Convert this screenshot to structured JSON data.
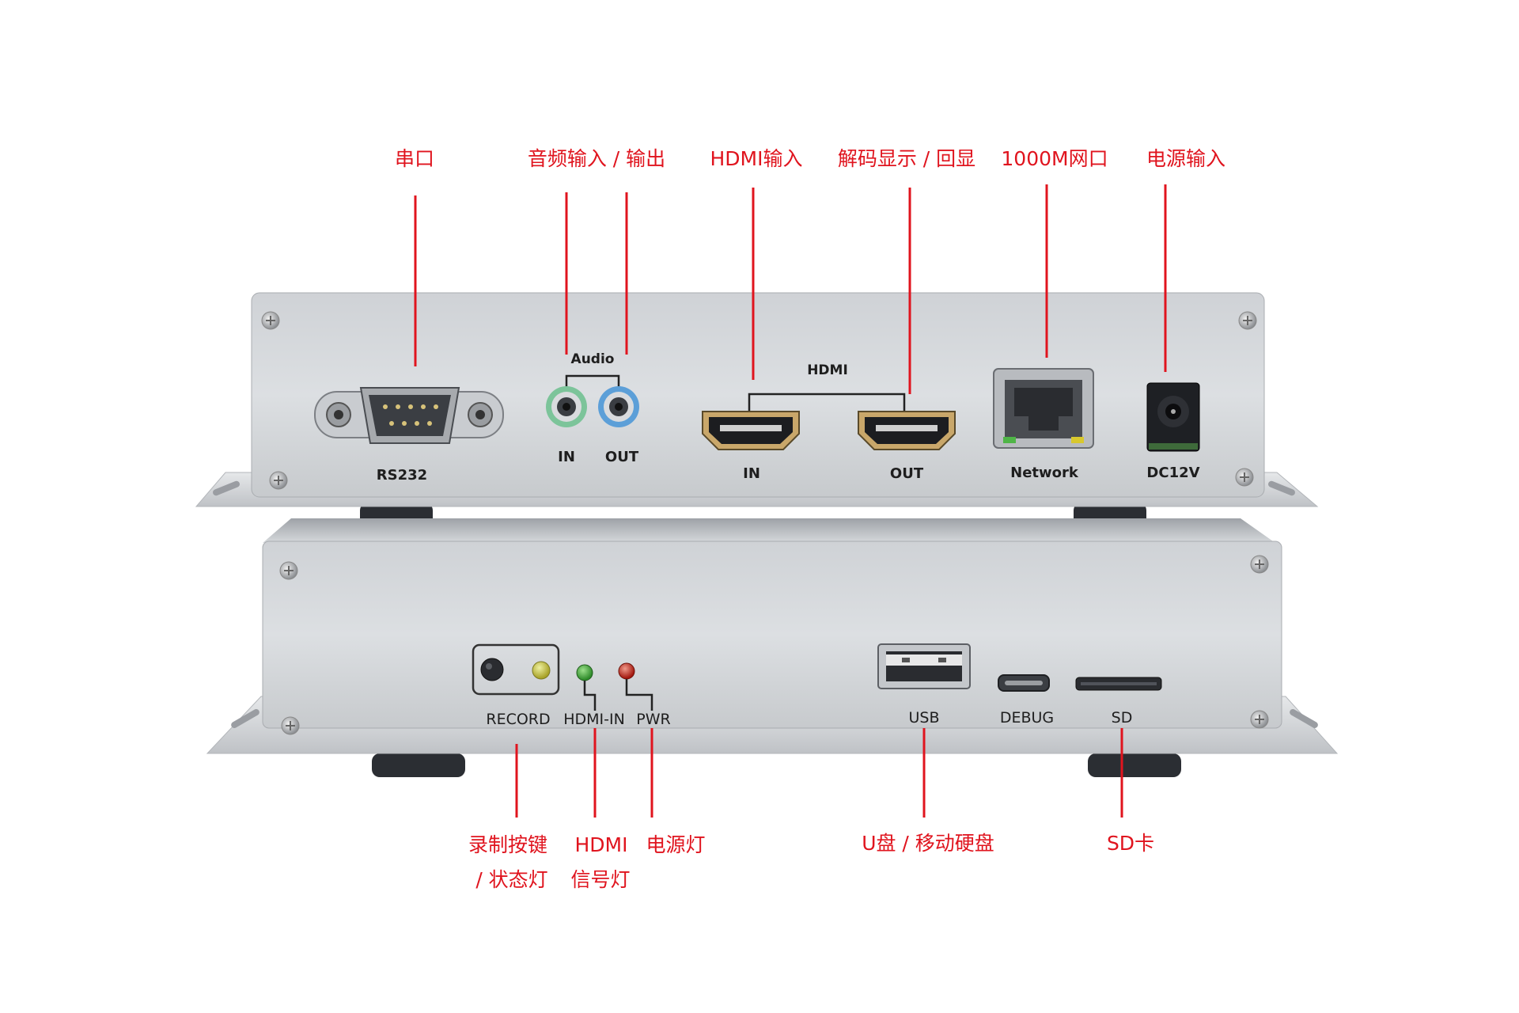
{
  "top_panel": {
    "labels": {
      "rs232": "RS232",
      "audio": "Audio",
      "audio_in": "IN",
      "audio_out": "OUT",
      "hdmi": "HDMI",
      "hdmi_in": "IN",
      "hdmi_out": "OUT",
      "network": "Network",
      "dc": "DC12V"
    }
  },
  "bottom_panel": {
    "labels": {
      "record": "RECORD",
      "hdmi_in": "HDMI-IN",
      "pwr": "PWR",
      "usb": "USB",
      "debug": "DEBUG",
      "sd": "SD"
    }
  },
  "callouts": {
    "serial": "串口",
    "audio_io": "音频输入 / 输出",
    "hdmi_input": "HDMI输入",
    "decode_display": "解码显示 / 回显",
    "network_1000m": "1000M网口",
    "power_input": "电源输入",
    "record_key_line1": "录制按键",
    "record_key_line2": "/ 状态灯",
    "hdmi_signal_line1": "HDMI",
    "hdmi_signal_line2": "信号灯",
    "power_led": "电源灯",
    "usb_disk": "U盘 / 移动硬盘",
    "sd_card": "SD卡"
  },
  "colors": {
    "callout_red": "#e0141e",
    "chassis": "#d3d6da",
    "led_green": "#3fa535",
    "led_red": "#c0281e",
    "led_yellow": "#c8c43a"
  }
}
